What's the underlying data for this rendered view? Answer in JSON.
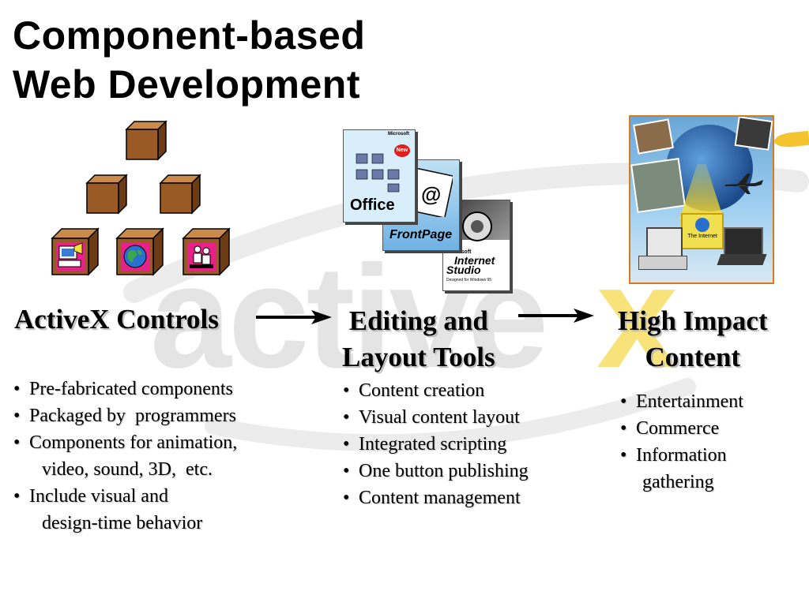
{
  "slide": {
    "title_line1": "Component-based",
    "title_line2": "Web Development",
    "watermark_text": "active",
    "watermark_accent": "x"
  },
  "columns": [
    {
      "heading_line1": "ActiveX Controls",
      "bullets": [
        {
          "text": "Pre-fabricated components"
        },
        {
          "text": "Packaged by  programmers"
        },
        {
          "text": "Components for animation,",
          "cont": "video, sound, 3D,  etc."
        },
        {
          "text": "Include visual and",
          "cont": "design-time behavior"
        }
      ]
    },
    {
      "heading_line1": "Editing and",
      "heading_line2": "Layout Tools",
      "bullets": [
        {
          "text": "Content creation"
        },
        {
          "text": "Visual content layout"
        },
        {
          "text": "Integrated scripting"
        },
        {
          "text": "One button publishing"
        },
        {
          "text": "Content management"
        }
      ]
    },
    {
      "heading_line1": "High Impact",
      "heading_line2": "Content",
      "bullets": [
        {
          "text": "Entertainment"
        },
        {
          "text": "Commerce"
        },
        {
          "text": "Information",
          "cont": "gathering"
        }
      ]
    }
  ],
  "packages": {
    "office_brand": "Microsoft",
    "office_name": "Office",
    "office_badge": "New",
    "frontpage_name": "FrontPage",
    "studio_brand": "Microsoft",
    "studio_name_line1": "Internet",
    "studio_name_line2": "Studio",
    "studio_sub": "Designed for Windows 95"
  },
  "montage": {
    "badge_label": "The Internet"
  },
  "icons": {
    "cube": "wooden-box-icon",
    "arrow": "right-arrow-icon",
    "computer": "computer-icon",
    "globe": "globe-icon",
    "people": "people-icon"
  },
  "colors": {
    "box_face": "#9a5a25",
    "box_top": "#c98a4a",
    "box_side": "#6e3c14",
    "watermark": "#e4e4e4",
    "watermark_accent": "#f7e37a",
    "montage_border": "#d97a1c"
  }
}
